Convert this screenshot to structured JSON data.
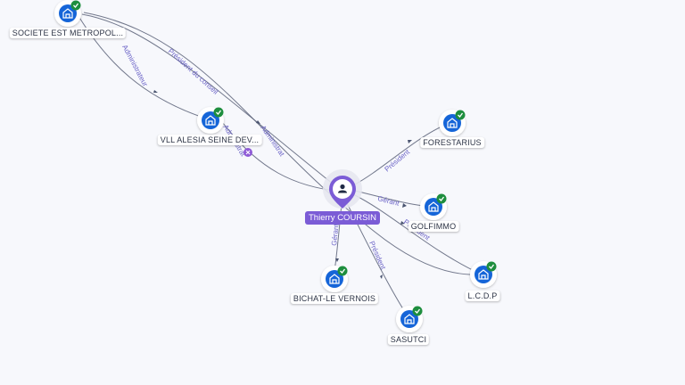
{
  "center": {
    "name": "Thierry COURSIN",
    "icon": "person-icon"
  },
  "nodes": [
    {
      "id": "societe",
      "label": "SOCIETE EST METROPOL...",
      "icon": "building-icon",
      "badge": "check-icon"
    },
    {
      "id": "vll",
      "label": "VLL ALESIA SEINE DEV...",
      "icon": "building-icon",
      "badge": "check-icon"
    },
    {
      "id": "forestarius",
      "label": "FORESTARIUS",
      "icon": "building-icon",
      "badge": "check-icon"
    },
    {
      "id": "golfimmo",
      "label": "GOLFIMMO",
      "icon": "building-icon",
      "badge": "check-icon"
    },
    {
      "id": "lcdp",
      "label": "L.C.D.P",
      "icon": "building-icon",
      "badge": "check-icon"
    },
    {
      "id": "bichat",
      "label": "BICHAT-LE VERNOIS",
      "icon": "building-icon",
      "badge": "check-icon"
    },
    {
      "id": "sasutci",
      "label": "SASUTCI",
      "icon": "building-icon",
      "badge": "check-icon"
    }
  ],
  "edges": [
    {
      "id": "e1",
      "label": "Administrateur"
    },
    {
      "id": "e2",
      "label": "Président du conseil"
    },
    {
      "id": "e3",
      "label": "Administrat"
    },
    {
      "id": "e4",
      "label": "Administrat"
    },
    {
      "id": "e5",
      "label": "Président"
    },
    {
      "id": "e6",
      "label": "Gérant"
    },
    {
      "id": "e7",
      "label": "Président"
    },
    {
      "id": "e8",
      "label": "Gérant"
    },
    {
      "id": "e9",
      "label": "Président"
    }
  ],
  "colors": {
    "node_blue": "#1565d8",
    "check_green": "#1e8e3e",
    "center_purple": "#7b5cd6",
    "close_purple": "#8e5ad6"
  }
}
